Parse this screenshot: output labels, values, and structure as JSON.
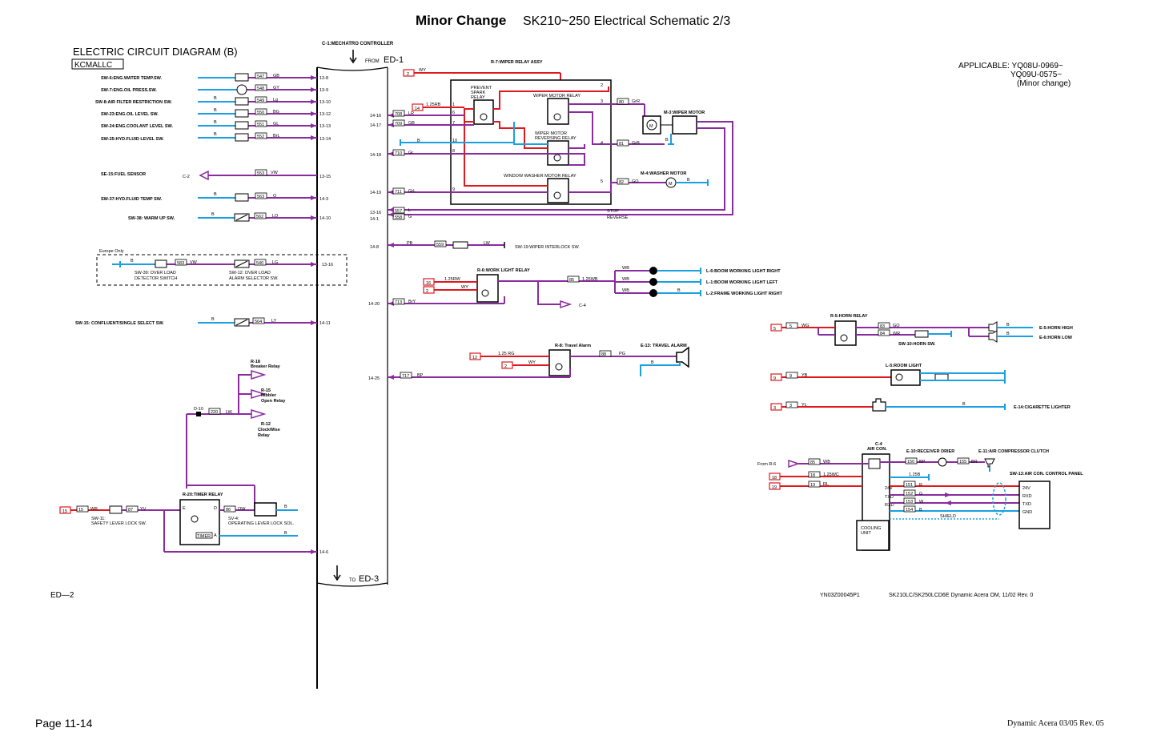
{
  "header": {
    "title_bold": "Minor Change",
    "title_rest": "SK210~250 Electrical Schematic 2/3"
  },
  "diagram_title": "ELECTRIC CIRCUIT DIAGRAM (B)",
  "model_box": "KCMALLC",
  "controller_label": "C-1:MECHATRO CONTROLLER",
  "from_label": "FROM",
  "from_ref": "ED-1",
  "to_label": "TO",
  "to_ref": "ED-3",
  "applicable": {
    "line1": "APPLICABLE: YQ08U-0969~",
    "line2": "YQ09U-0575~",
    "line3": "(Minor change)"
  },
  "sensors": [
    {
      "name": "SW-6:ENG.WATER TEMP.SW.",
      "wire": "547",
      "color": "GB",
      "pin": "13-8"
    },
    {
      "name": "SW-7:ENG.OIL PRESS.SW.",
      "wire": "548",
      "color": "GY",
      "pin": "13-9"
    },
    {
      "name": "SW-8:AIR FILTER RESTRICTION SW.",
      "wire": "549",
      "color": "Lg",
      "pin": "13-10"
    },
    {
      "name": "SW-23:ENG.OIL LEVEL SW.",
      "wire": "550",
      "color": "BG",
      "pin": "13-12"
    },
    {
      "name": "SW-24:ENG.COOLANT LEVEL SW.",
      "wire": "551",
      "color": "GL",
      "pin": "13-13"
    },
    {
      "name": "SW-25:HYD.FLUID LEVEL SW.",
      "wire": "552",
      "color": "BrL",
      "pin": "13-14"
    }
  ],
  "fuel": {
    "name": "SE-15:FUEL SENSOR",
    "conn": "C-2",
    "wire": "553",
    "color": "VW",
    "pin": "13-15"
  },
  "hydtemp": {
    "name": "SW-37:HYD.FLUID TEMP SW.",
    "wire": "563",
    "color": "O",
    "pin": "14-3"
  },
  "warmup": {
    "name": "SW-38: WARM UP SW.",
    "wire": "562",
    "color": "LO",
    "pin": "14-10"
  },
  "europe": {
    "caption": "Europe Only",
    "sw39": "SW-39: OVER LOAD",
    "sw39b": "DETECTOR SWITCH",
    "sw12": "SW-12: OVER LOAD",
    "sw12b": "ALARM SELECTOR SW.",
    "wire1": "583",
    "color1": "VW",
    "wire2": "540",
    "color2": "LG",
    "pin": "13-16"
  },
  "confluent": {
    "name": "SW-15: CONFLUENT/SINGLE SELECT SW.",
    "wire": "564",
    "color": "LY",
    "pin": "14-11"
  },
  "relays": {
    "r18": "R-18",
    "r18b": "Breaker Relay",
    "r15": "R-15",
    "r15b": "Nibbler",
    "r15c": "Open Relay",
    "r12": "R-12",
    "r12b": "ClockWise",
    "r12c": "Relay",
    "d10": "D-10",
    "d10wire": "220",
    "d10color": "LW"
  },
  "timer": {
    "name": "R-20:TIMER RELAY",
    "timer_text": "TIMER",
    "e": "E",
    "d": "D",
    "a": "A",
    "sv4": "SV-4:",
    "sv4b": "OPERATING LEVER LOCK SOL.",
    "sw11": "SW-11:",
    "sw11b": "SAFETY LEVER LOCK SW.",
    "fuse": "15",
    "wire1": "15",
    "color1": "WB",
    "wire2": "87",
    "color2": "YV",
    "wire3": "86",
    "color3": "OW",
    "pin": "14-6"
  },
  "wiper": {
    "assy": "R-7:WIPER RELAY ASSY",
    "wire_top": "WY",
    "prevent1": "PREVENT",
    "prevent2": "SPARK",
    "prevent3": "RELAY",
    "motor_relay": "WIPER MOTOR RELAY",
    "rev1": "WIPER MOTOR",
    "rev2": "REVERSING RELAY",
    "washer_relay": "WINDOW WASHER MOTOR RELAY",
    "motor": "M-3:WIPER MOTOR",
    "washer": "M-4:WASHER MOTOR",
    "stop": "STOP",
    "reverse": "REVERSE",
    "rows": [
      {
        "pin": "14-16",
        "wire": "708",
        "color": "LR",
        "num": "6"
      },
      {
        "pin": "14-17",
        "wire": "709",
        "color": "GB",
        "num": "7"
      },
      {
        "pin": "14-18",
        "wire": "710",
        "color": "Gr",
        "num": "8"
      },
      {
        "pin": "14-19",
        "wire": "711",
        "color": "GrL",
        "num": "9"
      }
    ],
    "stop_pin": "13-16",
    "stop_wire": "557",
    "stop_color": "L",
    "rev_pin": "14-1",
    "rev_wire": "558",
    "rev_color": "G",
    "fuse2": "2",
    "fuse14": "14",
    "wire_14": "1.25RB",
    "n1": "1",
    "n2": "2",
    "n3": "3",
    "n4": "4",
    "n5": "5",
    "n10": "10",
    "blue_b": "B",
    "w80": "80",
    "c80": "GrR",
    "w81": "81",
    "c81": "GrB",
    "w82": "82",
    "c82": "GO",
    "mb": "B",
    "wb": "B",
    "motor_m": "M",
    "washer_m": "M"
  },
  "interlock": {
    "pin": "14-8",
    "left": "PB",
    "wire": "559",
    "color": "LW",
    "name": "SW-19:WIPER INTERLOCK SW."
  },
  "worklight": {
    "name": "R-6:WORK LIGHT RELAY",
    "fuse16": "16",
    "fuse2": "2",
    "w1": "1.25RW",
    "w2": "WY",
    "pin": "14-20",
    "wire": "713",
    "color": "BrY",
    "out_wire": "85",
    "out_color": "1.25WB",
    "c4": "C-4",
    "lamps": [
      {
        "color": "WB",
        "name": "L-6:BOOM WORKING LIGHT RIGHT"
      },
      {
        "color": "WB",
        "name": "L-1:BOOM WORKING LIGHT LEFT"
      },
      {
        "color": "WB",
        "name": "L-2:FRAME WORKING LIGHT RIGHT"
      }
    ],
    "b": "B"
  },
  "travel": {
    "name": "R-8: Travel Alarm",
    "alarm": "E-13: TRAVEL ALARM",
    "fuse12": "12",
    "fuse2": "2",
    "w1": "1.25 RG",
    "w2": "WY",
    "wire": "88",
    "color": "PG",
    "pin": "14-25",
    "pwire": "717",
    "pcolor": "BP",
    "b": "B"
  },
  "horn": {
    "relay": "R-5:HORN RELAY",
    "fuse": "5",
    "wire": "5",
    "color": "WG",
    "w83": "83",
    "c83": "GO",
    "w84": "84",
    "c84": "WR",
    "sw": "SW-10:HORN SW.",
    "high": "E-5:HORN HIGH",
    "low": "E-6:HORN LOW",
    "b": "B"
  },
  "roomlight": {
    "name": "L-5:ROOM LIGHT",
    "fuse": "9",
    "wire": "9",
    "color": "YB"
  },
  "lighter": {
    "name": "E-14:CIGARETTE LIGHTER",
    "fuse": "3",
    "wire": "3",
    "color": "YL",
    "b": "B"
  },
  "aircon": {
    "c4a": "C-4",
    "c4b": "AIR CON.",
    "receiver": "E-10:RECEIVER DRIER",
    "clutch": "E-11:AIR COMPRESSOR CLUTCH",
    "panel": "SW-13:AIR CON. CONTROL PANEL",
    "from": "From R-6",
    "w85": "85",
    "c85": "WB",
    "w150": "150",
    "c150": "BP",
    "w155": "155",
    "c155": "BR",
    "w125": "1.25B",
    "fuse18": "18",
    "w18": "18",
    "c18": "1.25WC",
    "fuse19": "19",
    "w19": "19",
    "c19": "RL",
    "p24": "24V",
    "ptxd": "TXD",
    "prxd": "RXD",
    "w151": "151",
    "c151": "R",
    "w152": "152",
    "c152": "G",
    "w153": "153",
    "c153": "W",
    "w154": "154",
    "c154": "B",
    "panel_pins": [
      "24V",
      "RXD",
      "TXD",
      "GND"
    ],
    "shield": "SHIELD",
    "cooling1": "COOLING",
    "cooling2": "UNIT"
  },
  "footer": {
    "left": "ED—2",
    "docid": "YN03Z00045P1",
    "doc": "SK210LC/SK250LCD6E Dynamic Acera OM, 11/02  Rev. 0",
    "page": "Page 11-14",
    "rev": "Dynamic Acera 03/05 Rev. 05"
  },
  "colors": {
    "purple": "#8a2b9e",
    "red": "#e0191e",
    "blue": "#1aa0e0"
  }
}
